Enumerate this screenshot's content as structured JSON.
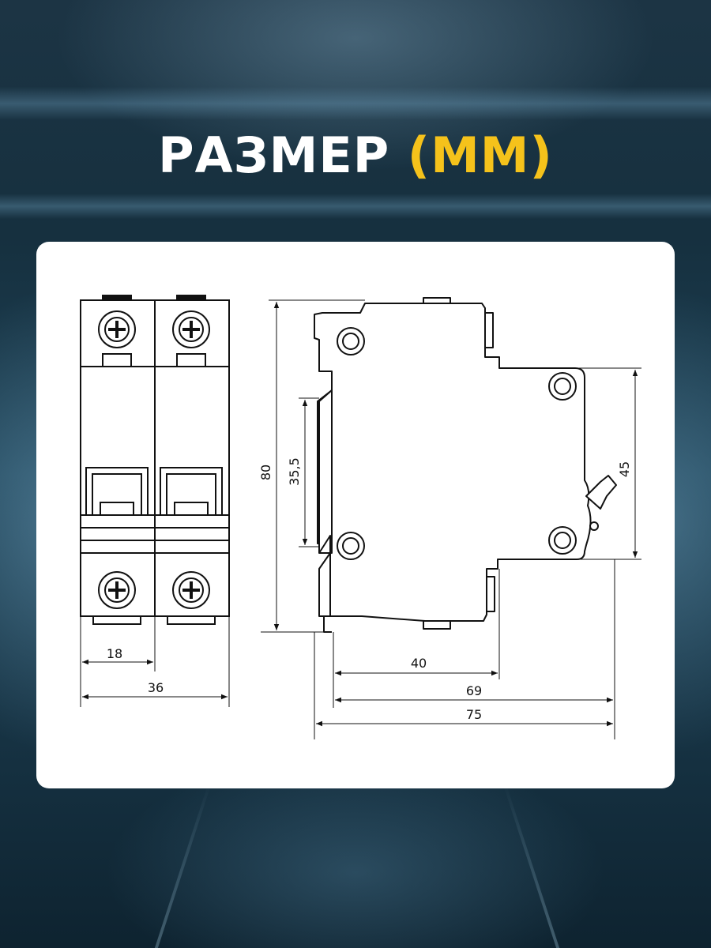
{
  "header": {
    "title_main": "РАЗМЕР",
    "title_accent": "(ММ)",
    "accent_color": "#f5c21b"
  },
  "diagram": {
    "dimensions": {
      "pole_width": "18",
      "total_width": "36",
      "height": "80",
      "din_rail": "35,5",
      "side_height": "45",
      "depth_40": "40",
      "depth_69": "69",
      "depth_75": "75"
    }
  }
}
